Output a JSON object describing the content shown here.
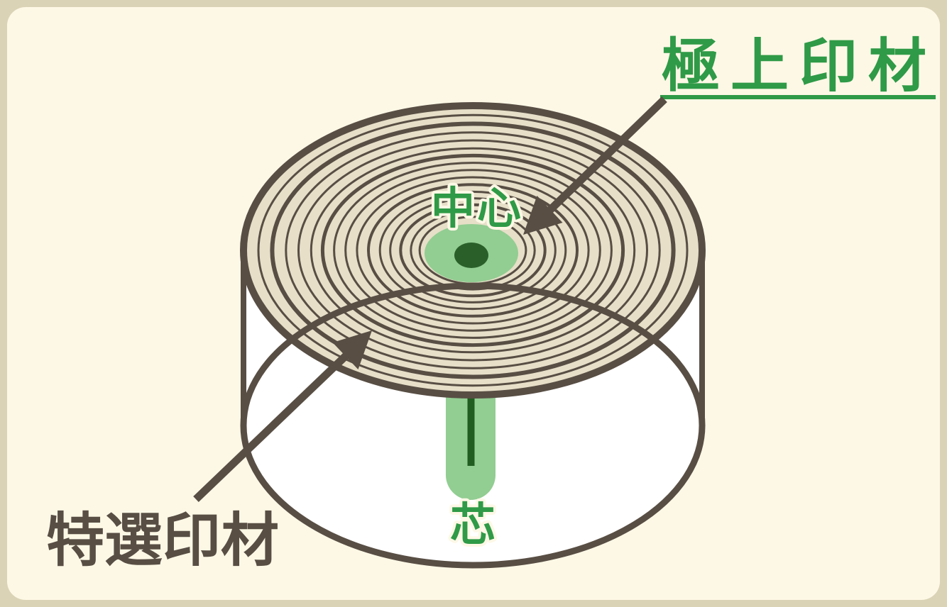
{
  "colors": {
    "frame": "#dbd3b6",
    "card": "#fdf8e6",
    "brown": "#584e44",
    "wood": "#e7dfc8",
    "green_text": "#2f9a47",
    "light_green": "#92cd92",
    "dark_green": "#2a5f2a",
    "core_line": "#215d21",
    "cylinder_inner": "#ffffff"
  },
  "diagram": {
    "type": "labeled-log-cross-section",
    "labels": {
      "premium_material": "極上印材",
      "center": "中心",
      "select_material": "特選印材",
      "core": "芯"
    },
    "rings": [
      [
        0.935,
        3
      ],
      [
        0.875,
        6
      ],
      [
        0.815,
        3
      ],
      [
        0.76,
        3
      ],
      [
        0.705,
        3
      ],
      [
        0.655,
        5
      ],
      [
        0.605,
        3
      ],
      [
        0.555,
        3
      ],
      [
        0.505,
        3
      ],
      [
        0.455,
        4
      ],
      [
        0.405,
        3
      ],
      [
        0.36,
        3
      ],
      [
        0.315,
        4
      ],
      [
        0.27,
        3
      ],
      [
        0.232,
        3
      ]
    ]
  }
}
